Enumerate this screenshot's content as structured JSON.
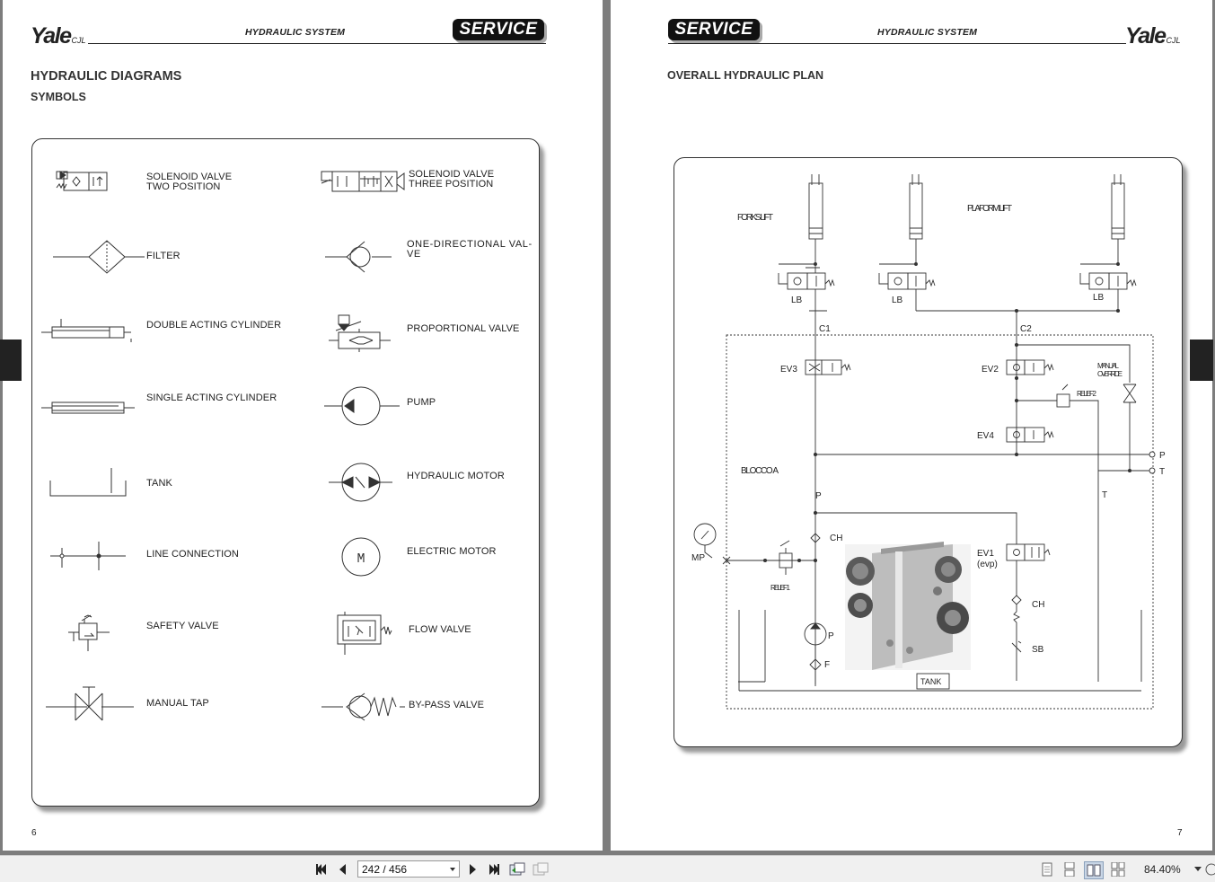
{
  "left_page": {
    "brand": "Yale",
    "brand_sub": "CJL",
    "section": "HYDRAULIC SYSTEM",
    "badge": "SERVICE",
    "title": "HYDRAULIC DIAGRAMS",
    "subtitle": "SYMBOLS",
    "page_number": "6",
    "symbols_left": [
      {
        "label": "SOLENOID VALVE\nTWO POSITION"
      },
      {
        "label": "FILTER"
      },
      {
        "label": "DOUBLE ACTING CYLINDER"
      },
      {
        "label": "SINGLE ACTING CYLINDER"
      },
      {
        "label": "TANK"
      },
      {
        "label": "LINE CONNECTION"
      },
      {
        "label": "SAFETY VALVE"
      },
      {
        "label": "MANUAL TAP"
      }
    ],
    "symbols_right": [
      {
        "label": "SOLENOID VALVE\nTHREE POSITION"
      },
      {
        "label": "ONE-DIRECTIONAL VAL-\nVE"
      },
      {
        "label": "PROPORTIONAL VALVE"
      },
      {
        "label": "PUMP"
      },
      {
        "label": "HYDRAULIC MOTOR"
      },
      {
        "label": "ELECTRIC MOTOR"
      },
      {
        "label": "FLOW VALVE"
      },
      {
        "label": "BY-PASS VALVE"
      }
    ],
    "motor_letter": "M"
  },
  "right_page": {
    "brand": "Yale",
    "brand_sub": "CJL",
    "section": "HYDRAULIC SYSTEM",
    "badge": "SERVICE",
    "title": "OVERALL HYDRAULIC PLAN",
    "page_number": "7",
    "diagram": {
      "forks_lift": "FORKS LIFT",
      "platform_lift": "PLAFORM LIFT",
      "lb": "LB",
      "c1": "C1",
      "c2": "C2",
      "ev3": "EV3",
      "ev2": "EV2",
      "ev4": "EV4",
      "ev1": "EV1",
      "evp": "(evp)",
      "manual": "MANUAL",
      "override": "OVERRIDE",
      "relief2": "RELIEF 2",
      "relief1": "RELIEF 1",
      "blocco": "BLOCCO A",
      "p": "P",
      "t": "T",
      "ch": "CH",
      "sb": "SB",
      "mp": "MP",
      "f": "F",
      "tank": "TANK"
    }
  },
  "toolbar": {
    "page_indicator": "242 / 456",
    "zoom": "84.40%",
    "icons": [
      "first-page-icon",
      "previous-page-icon",
      "next-page-icon",
      "last-page-icon",
      "go-back-icon",
      "go-forward-icon",
      "single-page-icon",
      "continuous-icon",
      "two-page-icon",
      "two-page-continuous-icon",
      "zoom-dropdown-icon",
      "zoom-in-icon"
    ]
  }
}
